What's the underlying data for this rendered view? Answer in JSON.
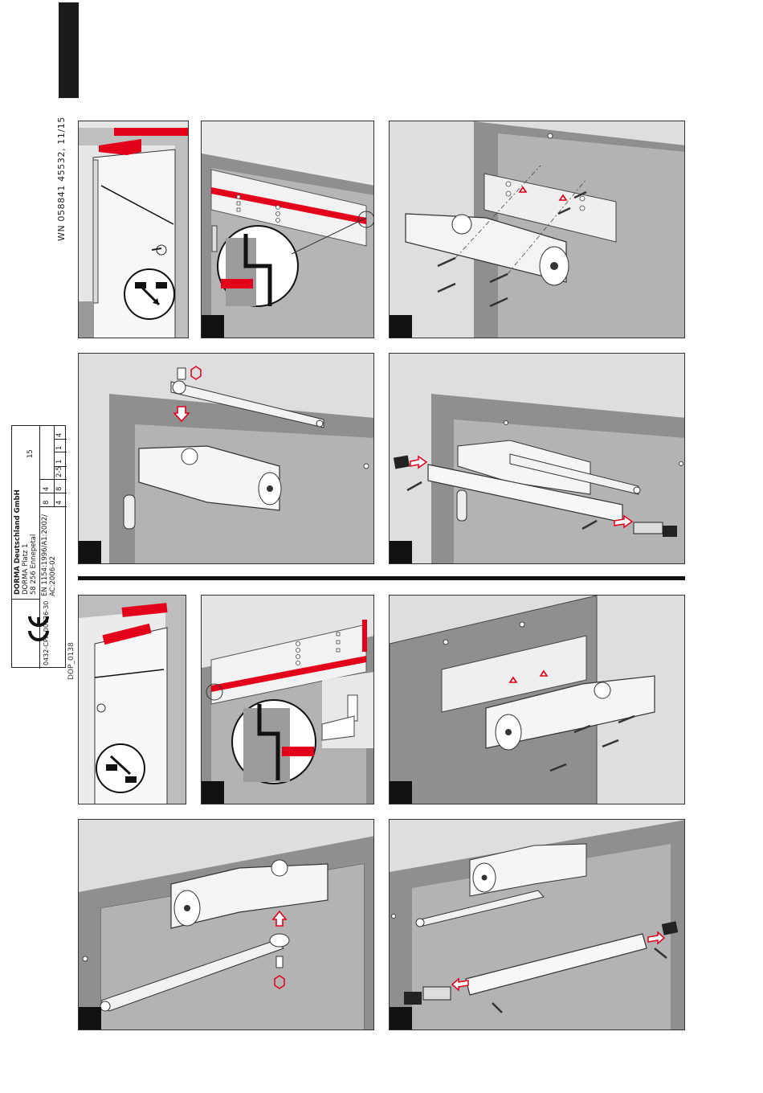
{
  "header": {
    "document_number": "WN 058841 45532, 11/15",
    "drawing_ref": "DOP_0138"
  },
  "certification": {
    "manufacturer": "DORMA Deutschland GmbH",
    "address_line1": "DORMA Platz 1",
    "address_line2": "58 256 Ennepetal",
    "standard_line1": "EN 1154:1996/A1:2002/",
    "standard_line2": "AC:2006-02",
    "certificate": "0432-CPR-00026-30",
    "year": "15",
    "code_row1": [
      "4",
      "8"
    ],
    "code_row2": [
      "2-5",
      "1",
      "1",
      "4"
    ],
    "mark": "CE"
  },
  "colors": {
    "accent_red": "#e2001a",
    "wall_grey": "#8f8f8f",
    "panel_bg": "#d8d8d8",
    "step_box": "#111111"
  },
  "icons": [
    "hinge-side-door-icon",
    "door-closer-body-icon",
    "arm-icon",
    "cover-icon",
    "hex-key-icon",
    "screw-icon"
  ]
}
